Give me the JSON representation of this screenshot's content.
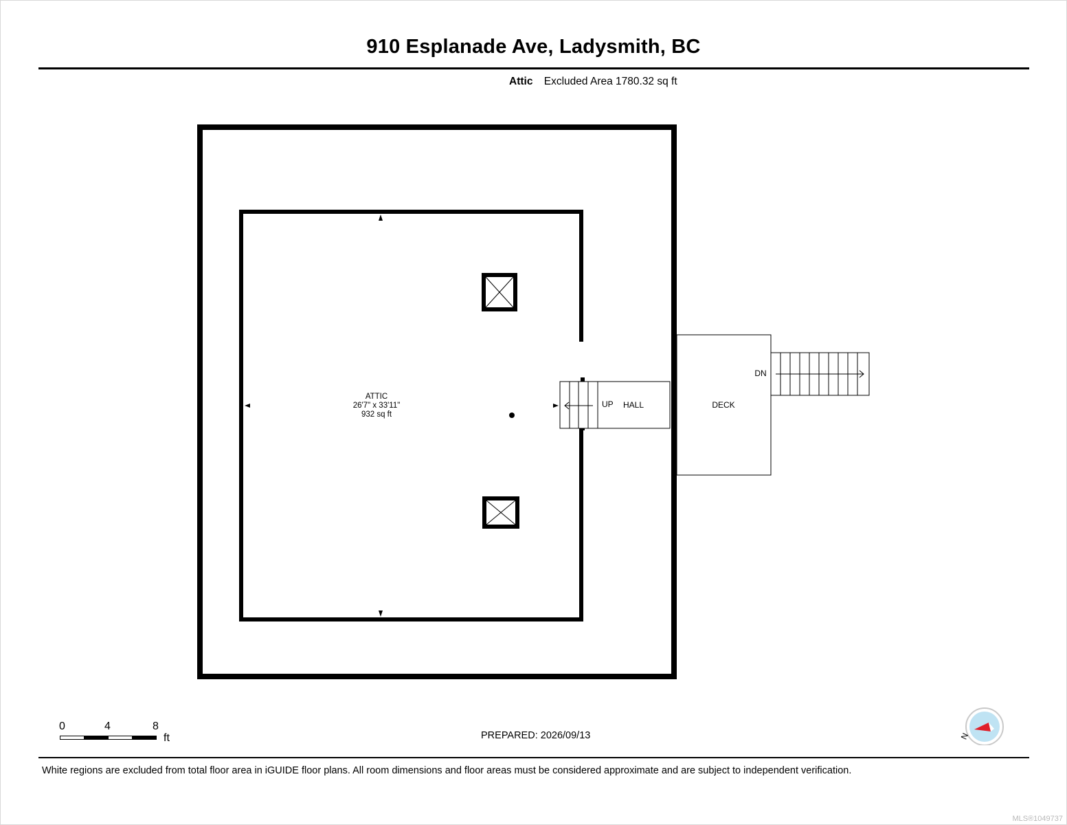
{
  "header": {
    "title": "910 Esplanade Ave, Ladysmith, BC",
    "level_name": "Attic",
    "excluded_area": "Excluded Area 1780.32 sq ft"
  },
  "rooms": {
    "attic": {
      "name": "ATTIC",
      "dimensions": "26'7\" x 33'11\"",
      "area": "932 sq ft"
    },
    "hall": {
      "name": "HALL"
    },
    "deck": {
      "name": "DECK"
    }
  },
  "stairs": {
    "up_label": "UP",
    "down_label": "DN"
  },
  "scale_bar": {
    "ticks": [
      "0",
      "4",
      "8"
    ],
    "unit": "ft"
  },
  "prepared": "PREPARED: 2026/09/13",
  "disclaimer": "White regions are excluded from total floor area in iGUIDE floor plans. All room dimensions and floor areas must be considered approximate and are subject to independent verification.",
  "compass": {
    "label": "N",
    "needle_color": "#e0202a",
    "ring_color": "#bfe3f3"
  },
  "watermark": "MLS®1049737"
}
